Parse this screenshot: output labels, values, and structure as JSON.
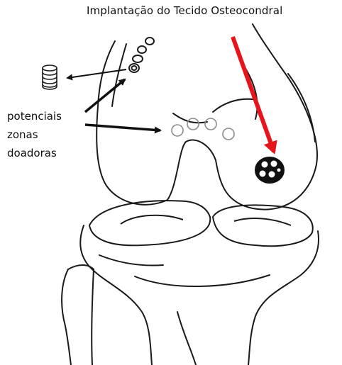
{
  "diagram": {
    "title": "Implantação do Tecido Osteocondral",
    "donor_label": {
      "lines": [
        "potenciais",
        "zonas",
        "doadoras"
      ]
    },
    "colors": {
      "highlight_arrow": "#e8141b",
      "line_art": "#1a1a1a",
      "background": "#ffffff"
    }
  }
}
